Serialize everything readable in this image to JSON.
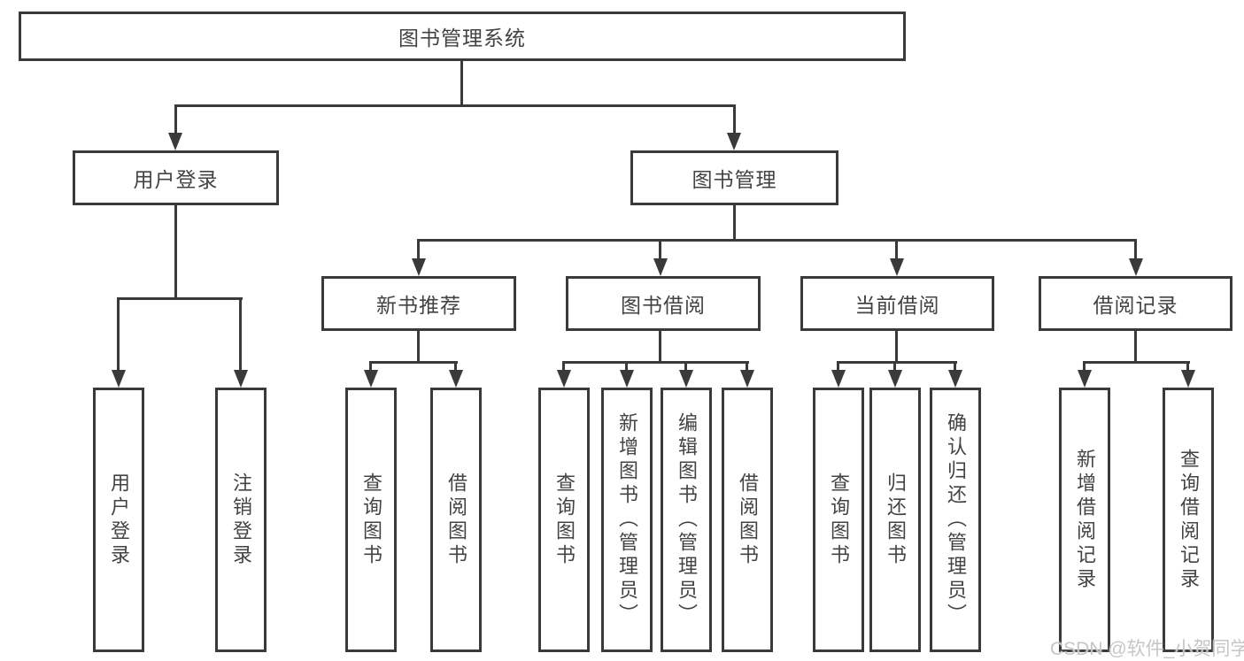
{
  "diagram": {
    "colors": {
      "background": "#ffffff",
      "line": "#3a3a3a",
      "text": "#434343",
      "watermark": "#c6c6c6"
    },
    "nodes": {
      "root": {
        "label": "图书管理系统"
      },
      "user_login": {
        "label": "用户登录"
      },
      "book_management": {
        "label": "图书管理"
      },
      "new_book_recommend": {
        "label": "新书推荐"
      },
      "book_borrowing": {
        "label": "图书借阅"
      },
      "current_borrowing": {
        "label": "当前借阅"
      },
      "borrow_records": {
        "label": "借阅记录"
      },
      "leaves": [
        "用户登录",
        "注销登录",
        "查询图书",
        "借阅图书",
        "查询图书",
        "新增图书（管理员）",
        "编辑图书（管理员）",
        "借阅图书",
        "查询图书",
        "归还图书",
        "确认归还（管理员）",
        "新增借阅记录",
        "查询借阅记录"
      ]
    }
  },
  "watermark": {
    "text": "CSDN @软件_小贺同学"
  }
}
